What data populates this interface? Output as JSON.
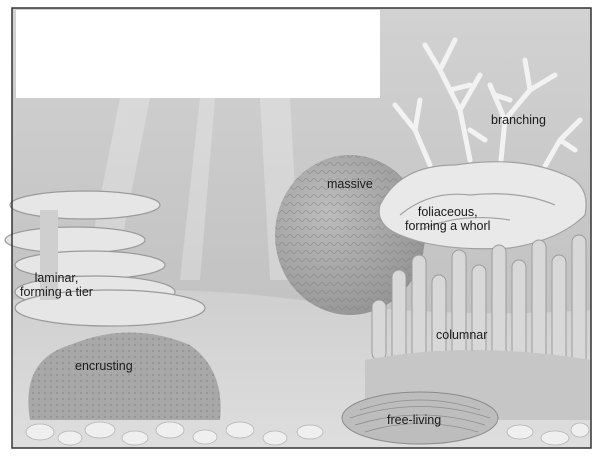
{
  "labels": {
    "branching": "branching",
    "massive": "massive",
    "foliaceous": [
      "foliaceous,",
      "forming a whorl"
    ],
    "laminar": [
      "laminar,",
      "forming a tier"
    ],
    "columnar": "columnar",
    "encrusting": "encrusting",
    "free_living": "free-living"
  }
}
